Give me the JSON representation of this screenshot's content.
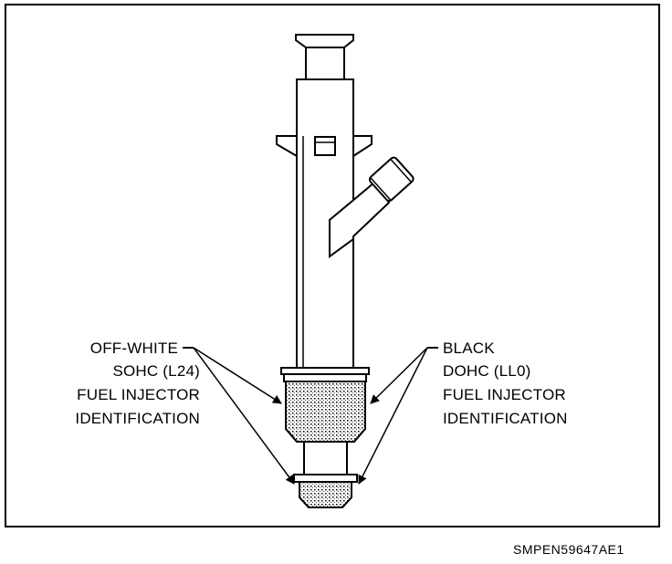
{
  "labels": {
    "left": [
      "OFF-WHITE",
      "SOHC (L24)",
      "FUEL INJECTOR",
      "IDENTIFICATION"
    ],
    "right": [
      "BLACK",
      "DOHC (LL0)",
      "FUEL INJECTOR",
      "IDENTIFICATION"
    ]
  },
  "figure_code": "SMPEN59647AE1",
  "colors": {
    "line": "#000000",
    "background": "#ffffff"
  }
}
